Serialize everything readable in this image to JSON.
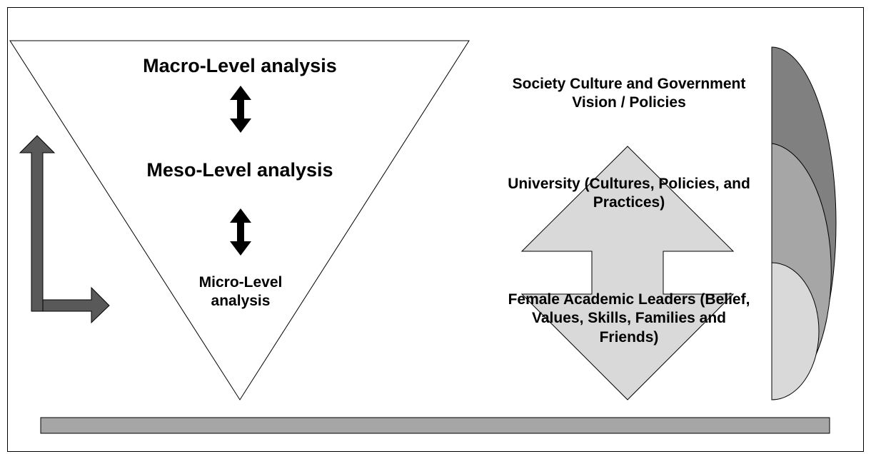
{
  "levels": {
    "macro": "Macro-Level analysis",
    "meso": "Meso-Level analysis",
    "micro_line1": "Micro-Level",
    "micro_line2": "analysis"
  },
  "contexts": {
    "society_line1": "Society Culture and Government",
    "society_line2": "Vision / Policies",
    "university_line1": "University (Cultures, Policies, and",
    "university_line2": "Practices)",
    "leaders_line1": "Female Academic Leaders (Belief,",
    "leaders_line2": "Values, Skills, Families and",
    "leaders_line3": "Friends)"
  },
  "colors": {
    "dark_gray": "#595959",
    "mid_gray": "#808080",
    "light_gray": "#a6a6a6",
    "lighter_gray": "#d9d9d9",
    "bar_gray": "#a6a6a6",
    "border": "#000000"
  }
}
